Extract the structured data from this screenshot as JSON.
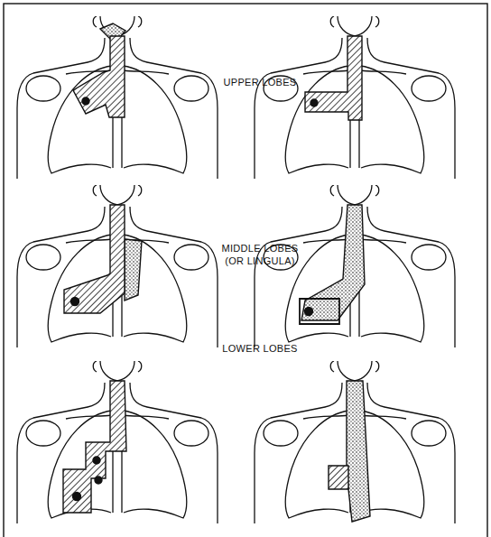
{
  "diagram": {
    "labels": [
      "UPPER LOBES",
      "MIDDLE LOBES (OR LINGULA)",
      "LOWER LOBES"
    ]
  }
}
